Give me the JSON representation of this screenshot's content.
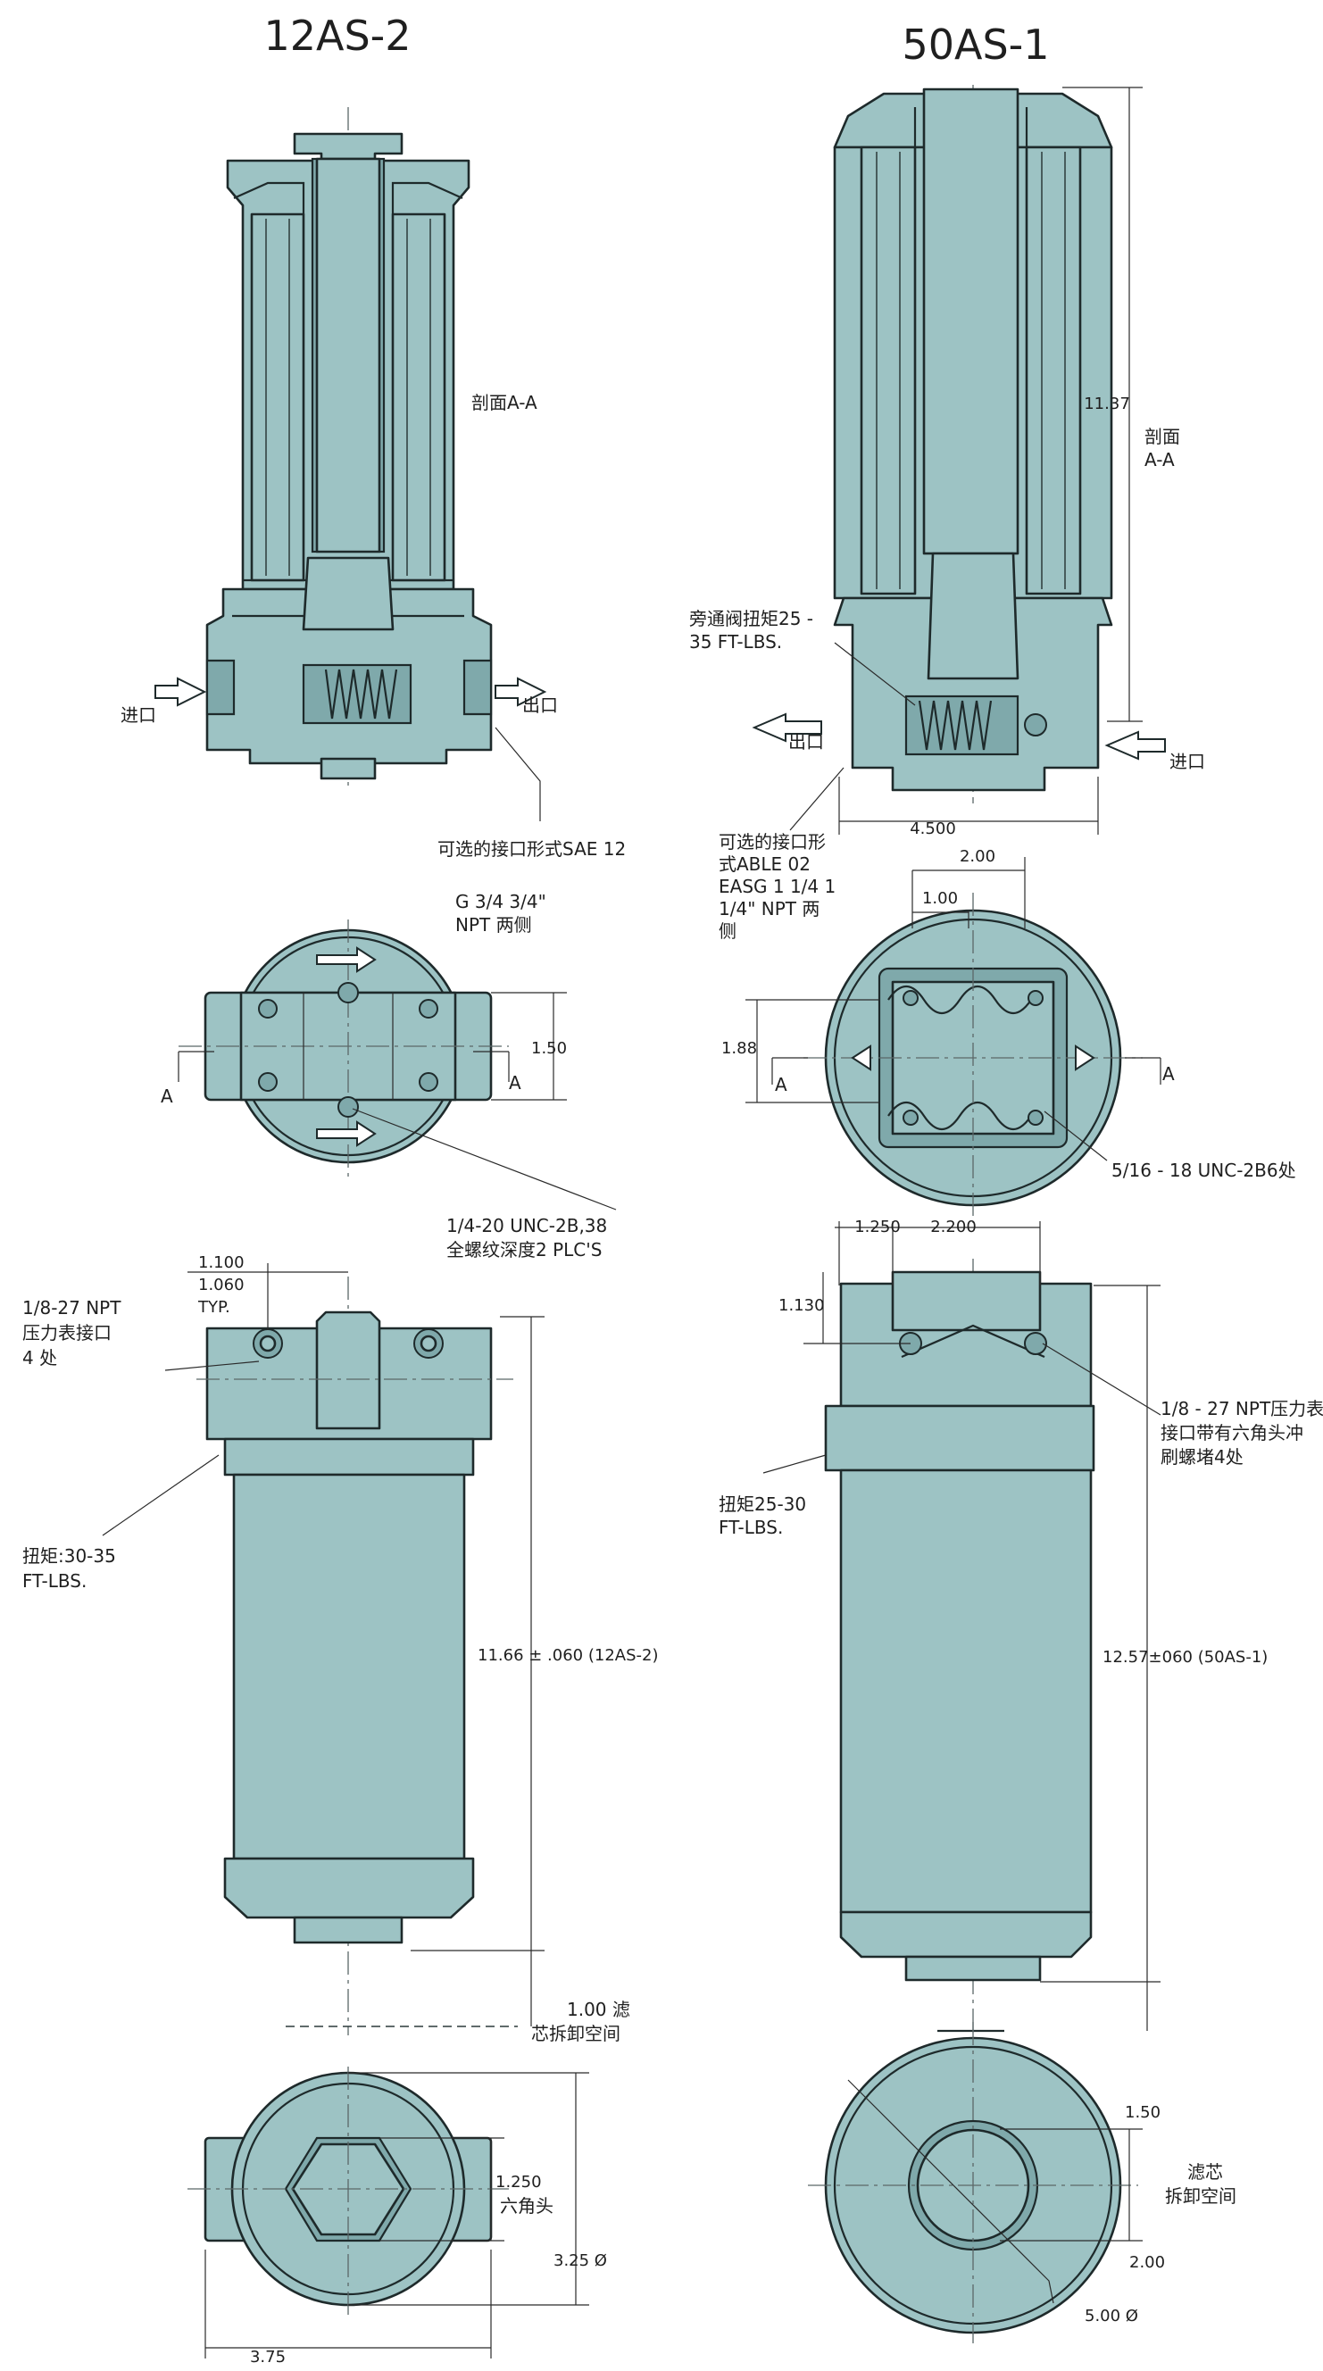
{
  "titles": {
    "left": "12AS-2",
    "right": "50AS-1"
  },
  "labels": {
    "sectionAA_left": "剖面A-A",
    "sectionAA_right_1": "剖面",
    "sectionAA_right_2": "A-A",
    "inlet_left": "进口",
    "outlet_left": "出口",
    "inlet_right": "进口",
    "outlet_right": "出口",
    "port_option_left": "可选的接口形式SAE 12",
    "port_option_left_2": "G 3/4 3/4\"",
    "port_option_left_3": "NPT 两侧",
    "bypass_torque_1": "旁通阀扭矩25 -",
    "bypass_torque_2": "35 FT-LBS.",
    "port_option_right_1": "可选的接口形",
    "port_option_right_2": "式ABLE  02",
    "port_option_right_3": "EASG 1 1/4 1",
    "port_option_right_4": "1/4\" NPT 两",
    "port_option_right_5": "侧",
    "thread_left_1": "1/4-20 UNC-2B,38",
    "thread_left_2": "全螺纹深度2 PLC'S",
    "thread_right": "5/16 - 18 UNC-2B6处",
    "gauge_left_1": "1/8-27 NPT",
    "gauge_left_2": "压力表接口",
    "gauge_left_3": "4 处",
    "torque_left_1": "扭矩:30-35",
    "torque_left_2": "FT-LBS.",
    "gauge_right_1": "1/8 - 27 NPT压力表",
    "gauge_right_2": "接口带有六角头冲",
    "gauge_right_3": "刷螺堵4处",
    "torque_right_1": "扭矩25-30",
    "torque_right_2": "FT-LBS.",
    "removal_left_1": "1.00 滤",
    "removal_left_2": "芯拆卸空间",
    "hex_left": "六角头",
    "removal_right_1": "滤芯",
    "removal_right_2": "拆卸空间",
    "section_mark": "A",
    "typ": "TYP."
  },
  "dims": {
    "d_1137": "11.37",
    "d_4500": "4.500",
    "d_200_top": "2.00",
    "d_100_top": "1.00",
    "d_150_left": "1.50",
    "d_188": "1.88",
    "d_1100": "1.100",
    "d_1060": "1.060",
    "d_1250_r": "1.250",
    "d_2200": "2.200",
    "d_1130": "1.130",
    "d_1166": "11.66 ± .060 (12AS-2)",
    "d_1257": "12.57±060 (50AS-1)",
    "d_1250_hex": "1.250",
    "d_325": "3.25 Ø",
    "d_375": "3.75",
    "d_150_bottom": "1.50",
    "d_200_bottom": "2.00",
    "d_500": "5.00 Ø"
  }
}
